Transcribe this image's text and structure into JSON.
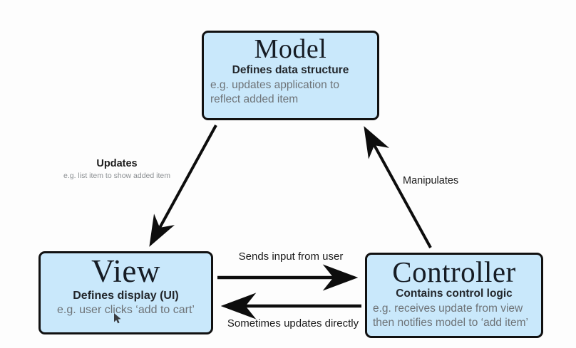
{
  "colors": {
    "background": "#fdfdfd",
    "box_fill": "#c9e8fb",
    "box_border": "#111111",
    "arrow": "#0d0d0d",
    "muted_text": "#6e7377"
  },
  "nodes": {
    "model": {
      "title": "Model",
      "subtitle": "Defines data structure",
      "example": "e.g. updates application to reflect added item"
    },
    "view": {
      "title": "View",
      "subtitle": "Defines display (UI)",
      "example": "e.g. user clicks ‘add to cart’"
    },
    "controller": {
      "title": "Controller",
      "subtitle": "Contains control logic",
      "example": "e.g. receives update from view then notifies model to ‘add item’"
    }
  },
  "edges": {
    "model_to_view": {
      "label": "Updates",
      "sublabel": "e.g. list item to show added item"
    },
    "controller_to_model": {
      "label": "Manipulates"
    },
    "view_to_controller": {
      "label": "Sends input from user"
    },
    "controller_to_view": {
      "label": "Sometimes updates directly"
    }
  },
  "icons": {
    "mouse_cursor": "arrow-pointer"
  }
}
